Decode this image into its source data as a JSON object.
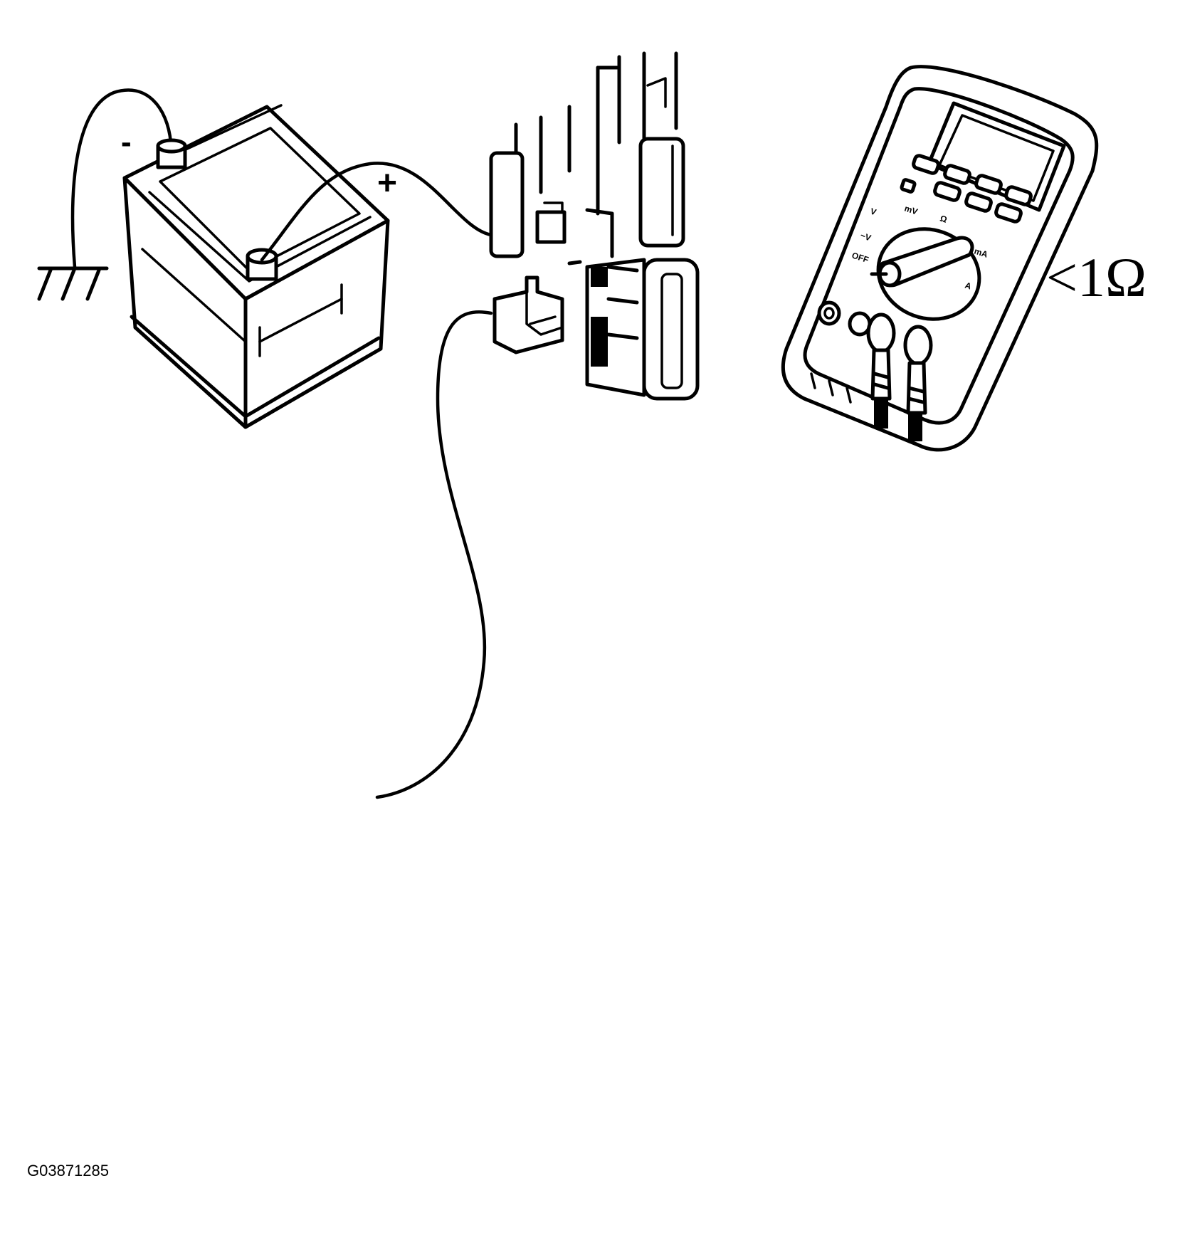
{
  "labels": {
    "battery_negative": "-",
    "battery_positive": "+",
    "multimeter_reading": "<1Ω",
    "figure_id": "G03871285"
  },
  "multimeter_dial": {
    "off": "OFF",
    "volts_ac": "~V",
    "volts_dc": "V",
    "millivolts": "mV",
    "ohms": "Ω",
    "milliamps": "mA",
    "amps": "A"
  }
}
